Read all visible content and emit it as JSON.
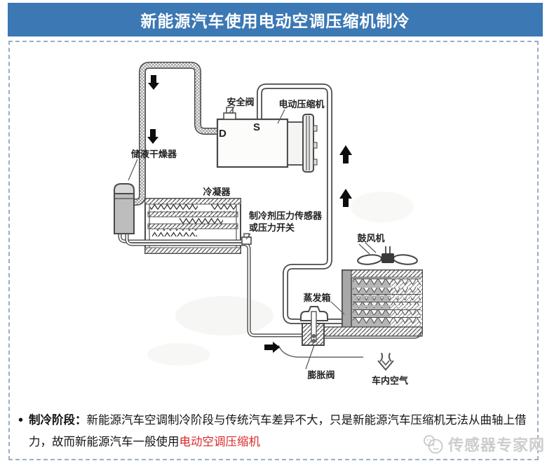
{
  "title": "新能源汽车使用电动空调压缩机制冷",
  "diagram": {
    "labels": {
      "safety_valve": "安全阀",
      "compressor": "电动压缩机",
      "port_d": "D",
      "port_s": "S",
      "receiver_drier": "储液干燥器",
      "condenser": "冷凝器",
      "pressure_sensor_line1": "制冷剂压力传感器",
      "pressure_sensor_line2": "或压力开关",
      "blower": "鼓风机",
      "evaporator": "蒸发箱",
      "expansion_valve": "膨胀阀",
      "cabin_air": "车内空气"
    }
  },
  "note": {
    "bullet": "•",
    "label": "制冷阶段：",
    "body": "新能源汽车空调制冷阶段与传统汽车差异不大，只是新能源汽车压缩机无法从曲轴上借力，故而新能源汽车一般使用",
    "highlight": "电动空调压缩机"
  },
  "watermark": {
    "text": "传感器专家网"
  },
  "colors": {
    "title_bg": "#3b78b4",
    "frame_border": "#9cadc8",
    "highlight_red": "#d92b2b",
    "watermark_gray": "#cdcdcd"
  }
}
